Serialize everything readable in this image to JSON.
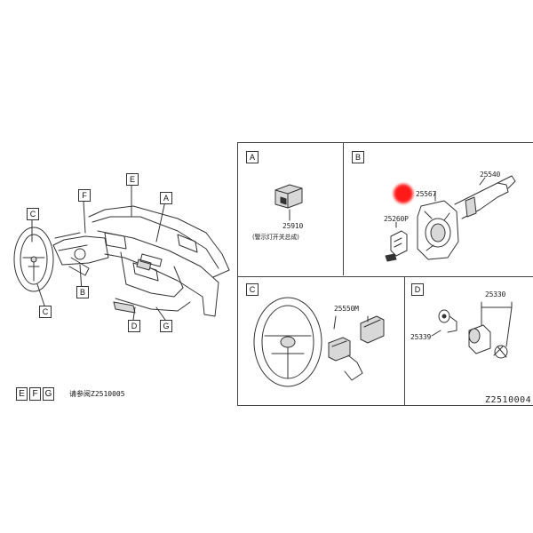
{
  "overview": {
    "callouts": {
      "a": "A",
      "b": "B",
      "c_top": "C",
      "c_bottom": "C",
      "d": "D",
      "e": "E",
      "f": "F",
      "g": "G"
    },
    "legend": {
      "e": "E",
      "f": "F",
      "g": "G",
      "ref_text": "请参阅",
      "ref_code": "Z2510005"
    }
  },
  "panels": {
    "a": {
      "label": "A",
      "part": "25910",
      "caption": "(警示灯开关总成)"
    },
    "b": {
      "label": "B",
      "parts": {
        "turn_signal": "25540",
        "clock_spring": "25567",
        "sensor": "25260P"
      }
    },
    "c": {
      "label": "C",
      "part": "25550M"
    },
    "d": {
      "label": "D",
      "parts": {
        "ignition_set": "25330",
        "key_cylinder": "25339"
      }
    }
  },
  "document_code": "Z2510004",
  "highlight_color": "#ff1a1a"
}
